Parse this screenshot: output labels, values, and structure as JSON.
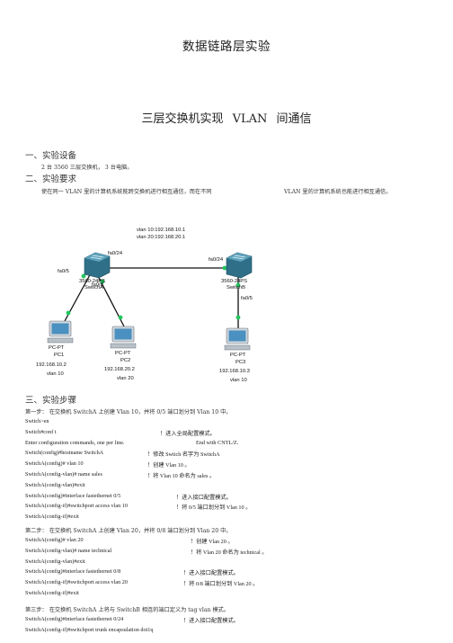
{
  "title": "数据链路层实验",
  "subtitle": "三层交换机实现  VLAN  间通信",
  "s1": {
    "heading": "一、实验设备",
    "text": "2 台 3560 三层交换机，   3 台电脑。"
  },
  "s2": {
    "heading": "二、实验要求",
    "text_a": "使在同一   VLAN   里的计算机系统能跨交换机进行相互通信，而在不同",
    "text_b": "VLAN   里的计算机系统也能进行相互通信。"
  },
  "topology": {
    "vlan_label_1": "vlan 10:192.168.10.1",
    "vlan_label_2": "vlan 20:192.168.20.1",
    "port_a_fa024": "fa0/24",
    "port_b_fa024": "fa0/24",
    "port_a_fa05": "fa0/5",
    "port_a_fa08": "fa0/8",
    "port_b_fa05": "fa0/5",
    "switch_a_model": "3560-24PS",
    "switch_a_name": "SwitchA",
    "switch_b_model": "3560-24PS",
    "switch_b_name": "SwitchB",
    "pc1_type": "PC-PT",
    "pc1_name": "PC1",
    "pc1_ip": "192.168.10.2",
    "pc1_vlan": "vlan 10",
    "pc2_type": "PC-PT",
    "pc2_name": "PC2",
    "pc2_ip": "192.168.20.2",
    "pc2_vlan": "vlan 20",
    "pc3_type": "PC-PT",
    "pc3_name": "PC3",
    "pc3_ip": "192.168.10.3",
    "pc3_vlan": "vlan 10"
  },
  "s3": {
    "heading": "三、实验步骤",
    "step1": "第一步：   在交换机   SwitchA 上创建   Vlan 10，并将   0/5 端口划分到   Vlan 10        中。",
    "lines1": [
      {
        "cmd": "Switch>en",
        "note": ""
      },
      {
        "cmd": "Switch#conf    t",
        "note": "！进入全局配置模式。"
      },
      {
        "cmd": "Enter configuration commands, one per line.",
        "note": "End with CNTL/Z."
      },
      {
        "cmd": "Switch(config)#hostname SwitchA",
        "note": "！修改  Swtich 名字为  SwitchA"
      },
      {
        "cmd": "SwitchA(config)# vlan 10",
        "note": "！创建  Vlan 10 。"
      },
      {
        "cmd": "SwitchA(config-vlan)# name sales",
        "note": "！将 Vlan 10 命名为  sales 。"
      },
      {
        "cmd": "SwitchA(config-vlan)#exit",
        "note": ""
      },
      {
        "cmd": "SwitchA(config)#interface fastethernet 0/5",
        "note": "！进入接口配置模式。"
      },
      {
        "cmd": "SwitchA(config-if)#switchport access vlan 10",
        "note": "！将 0/5 端口划分到   Vlan 10 。"
      },
      {
        "cmd": "SwitchA(config-if)#exit",
        "note": ""
      }
    ],
    "step2": "第二步：   在交换机   SwitchA 上创建   Vlan 20，并将   0/8 端口划分到   Vlan 20        中。",
    "lines2": [
      {
        "cmd": "SwitchA(config)# vlan 20",
        "note": "！创建 Vlan 20 。"
      },
      {
        "cmd": "SwitchA(config-vlan)# name technical",
        "note": "！将 Vlan 20 命名为  technical 。"
      },
      {
        "cmd": "SwitchA(config-vlan)#exit",
        "note": ""
      },
      {
        "cmd": "SwitchA(config)#interface fastethernet 0/8",
        "note": "！进入接口配置模式。"
      },
      {
        "cmd": "SwitchA(config-if)#switchport access vlan 20",
        "note": "！将 0/8 端口划分到   Vlan 20 。"
      },
      {
        "cmd": "SwitchA(config-if)#exit",
        "note": ""
      }
    ],
    "step3": "第三步：   在交换机   SwitchA 上将与   SwitchB 相连的端口定义为          tag vlan  模式。",
    "lines3": [
      {
        "cmd": "SwitchA(config)#interface fastethernet 0/24",
        "note": "！进入接口配置模式。"
      },
      {
        "cmd": "SwitchA(config-if)#switchport trunk encapsulation dot1q",
        "note": ""
      }
    ]
  }
}
